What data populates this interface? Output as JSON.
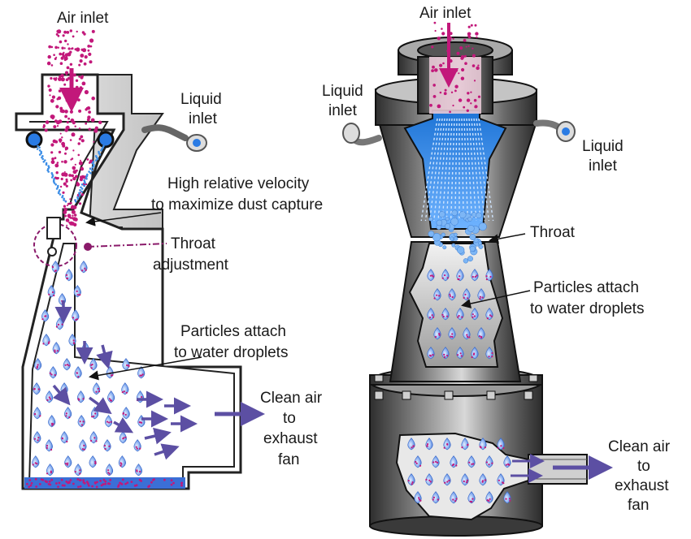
{
  "left_diagram": {
    "air_inlet": "Air inlet",
    "liquid_inlet": [
      "Liquid",
      "inlet"
    ],
    "high_velocity": [
      "High relative velocity",
      "to maximize dust capture"
    ],
    "throat_adjustment": [
      "Throat",
      "adjustment"
    ],
    "particles_attach": [
      "Particles attach",
      "to water droplets"
    ],
    "clean_air": [
      "Clean air",
      "to",
      "exhaust",
      "fan"
    ]
  },
  "right_diagram": {
    "air_inlet": "Air inlet",
    "liquid_inlet_left": [
      "Liquid",
      "inlet"
    ],
    "liquid_inlet_right": [
      "Liquid",
      "inlet"
    ],
    "throat": "Throat",
    "particles_attach": [
      "Particles attach",
      "to water droplets"
    ],
    "clean_air": [
      "Clean air",
      "to",
      "exhaust",
      "fan"
    ]
  },
  "colors": {
    "particles": "#c2187a",
    "water_blue": "#3c8ee6",
    "droplet": "#8ab4f0",
    "arrow_purple": "#5c4fa3",
    "metal_dark": "#3a3a3a",
    "metal_light": "#bdbdbd",
    "throat_callout": "#8a1a6a"
  }
}
